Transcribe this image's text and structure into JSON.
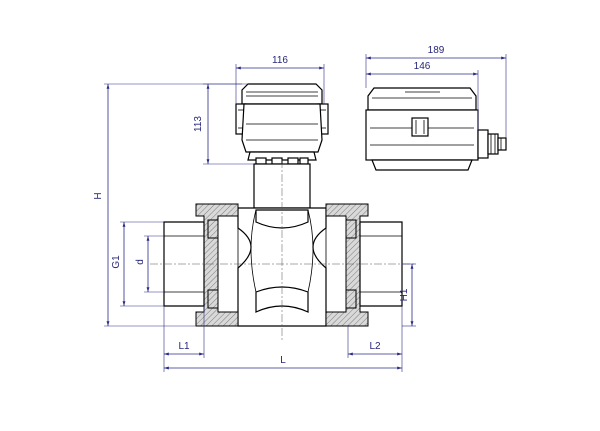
{
  "drawing": {
    "labels": {
      "w116": "116",
      "h113": "113",
      "w189": "189",
      "w146": "146",
      "H": "H",
      "G1": "G1",
      "d": "d",
      "H1": "H1",
      "L1": "L1",
      "L2": "L2",
      "L": "L"
    },
    "colors": {
      "dimension": "#2b2b86",
      "outline": "#000000",
      "hatch_fill": "#d0d0d0"
    }
  }
}
